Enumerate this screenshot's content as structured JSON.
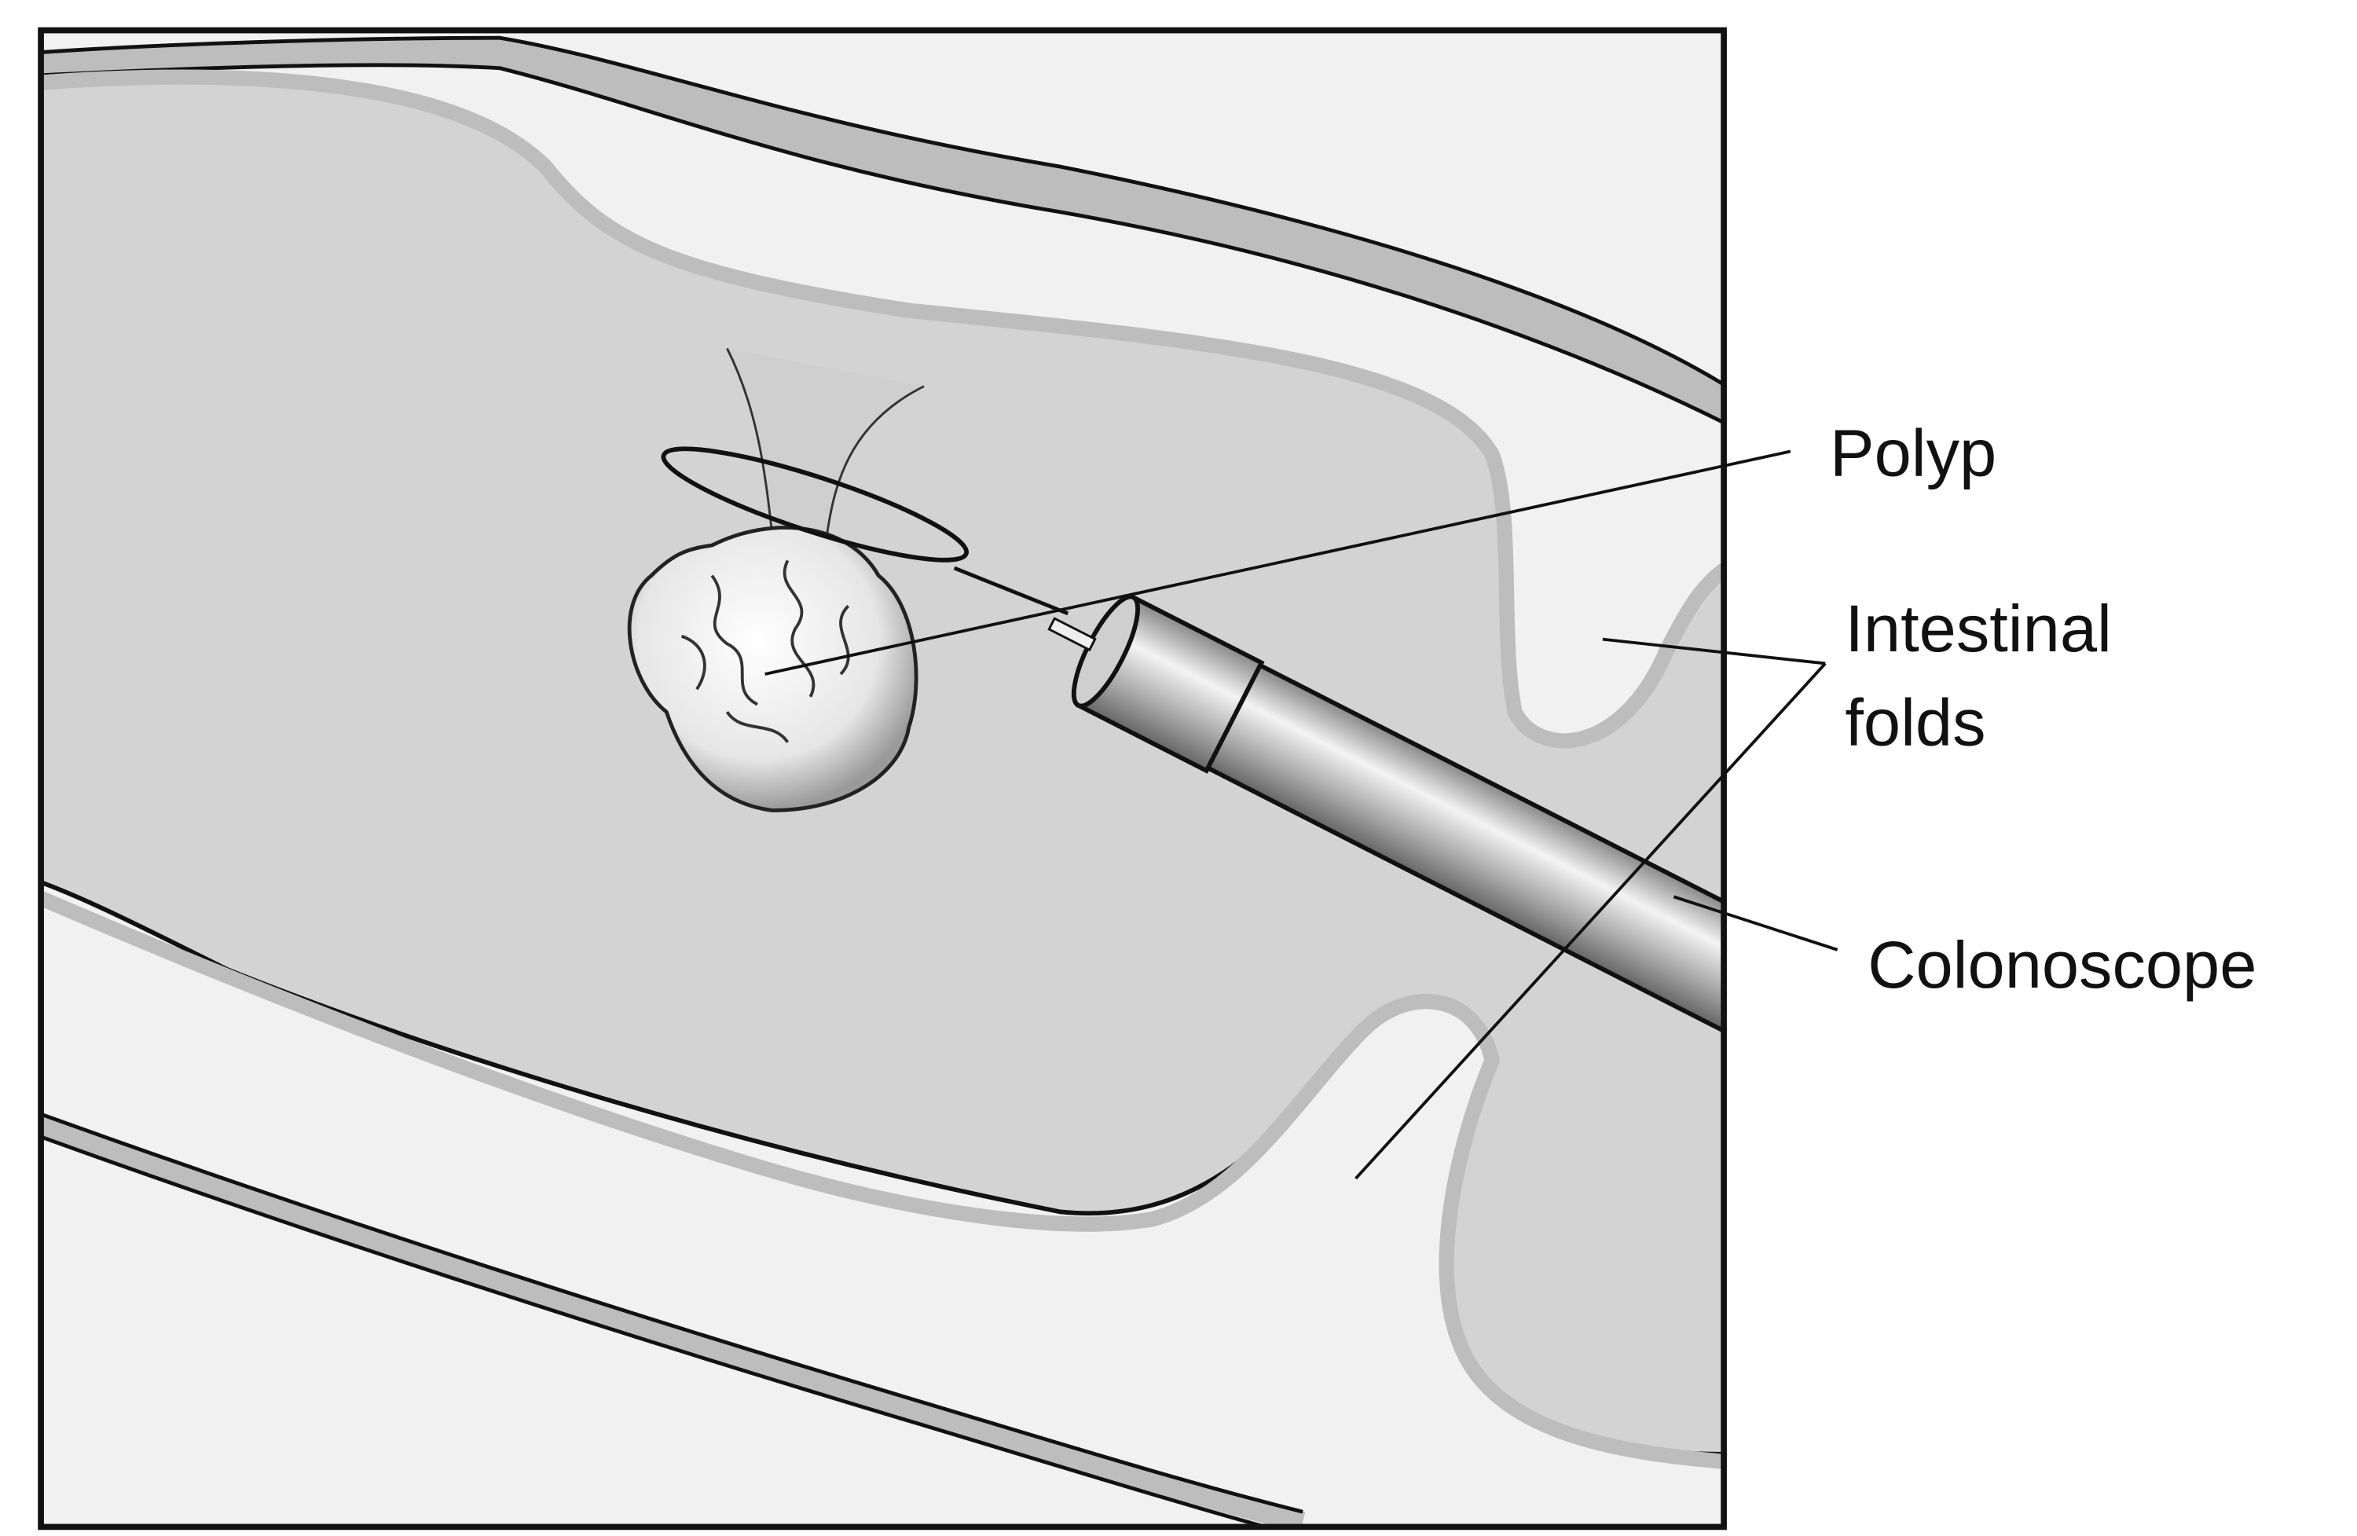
{
  "figure": {
    "labels": {
      "polyp": "Polyp",
      "intestinal_folds_line1": "Intestinal",
      "intestinal_folds_line2": "folds",
      "colonoscope": "Colonoscope"
    },
    "colors": {
      "background": "#ffffff",
      "tissue_light": "#f1f1f1",
      "lumen": "#d3d3d3",
      "wall_band": "#bdbdbd",
      "outline": "#111111"
    }
  }
}
